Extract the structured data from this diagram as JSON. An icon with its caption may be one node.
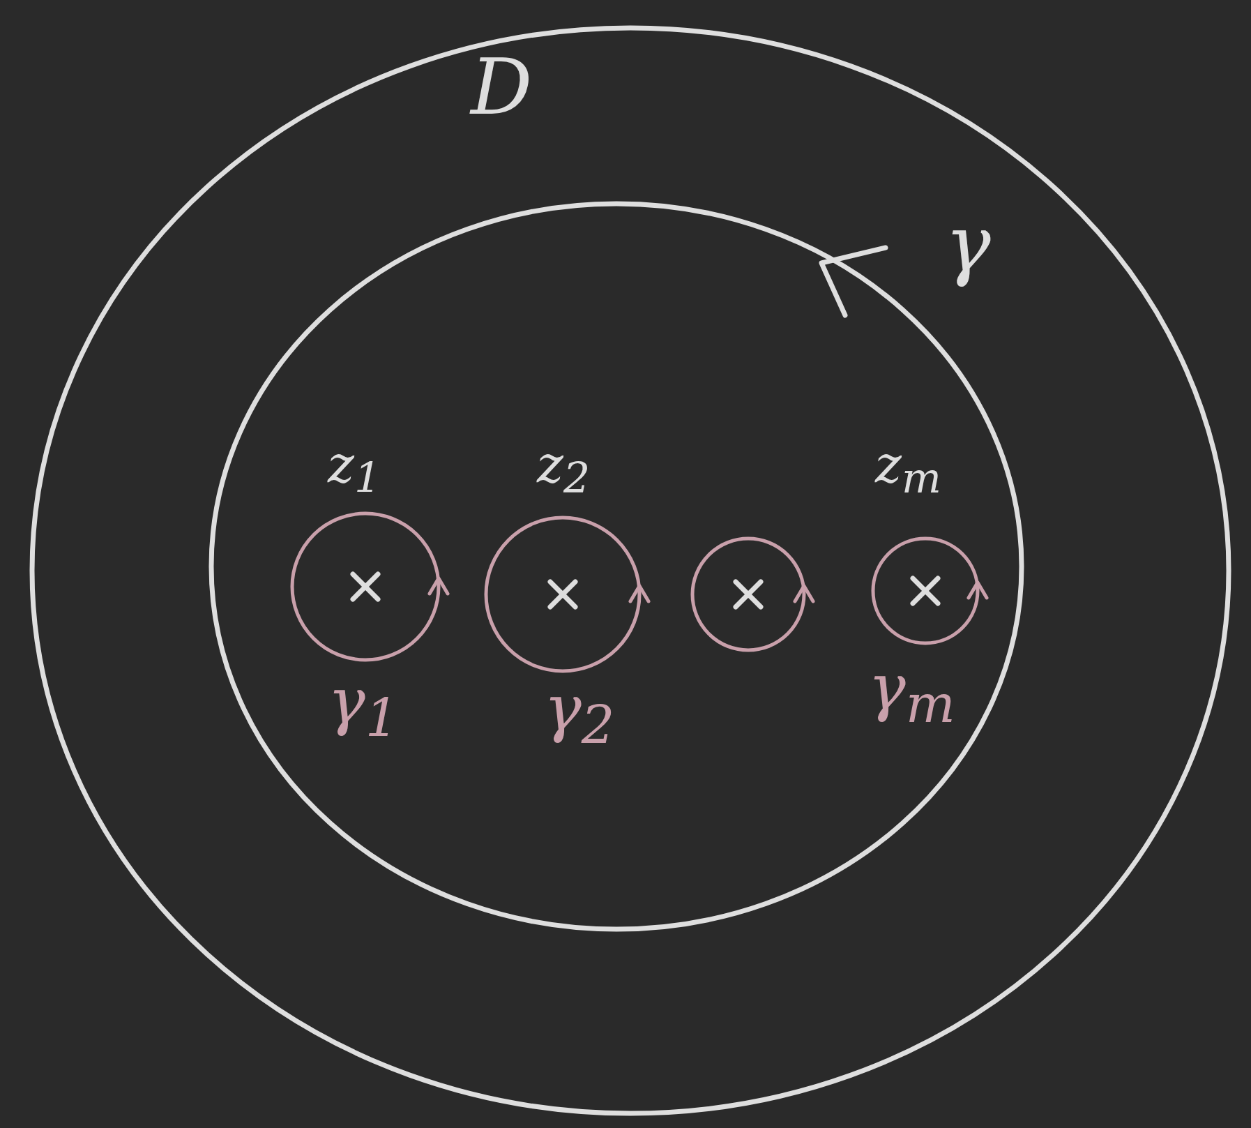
{
  "diagram": {
    "nodes": [
      {
        "text": [
          "D"
        ]
      },
      {
        "text": [
          "γ"
        ],
        "in": 0
      },
      {
        "text": [
          "z$_{1}$",
          "γ$_{1}$"
        ],
        "in": 1
      },
      {
        "text": [
          "z$_{2}$",
          "γ$_{2}$"
        ],
        "in": 1
      },
      {
        "text": [],
        "shape": "circle",
        "in": 1
      },
      {
        "text": [
          "z$_{m}$",
          "γ$_{m}$"
        ],
        "in": 1
      }
    ]
  }
}
